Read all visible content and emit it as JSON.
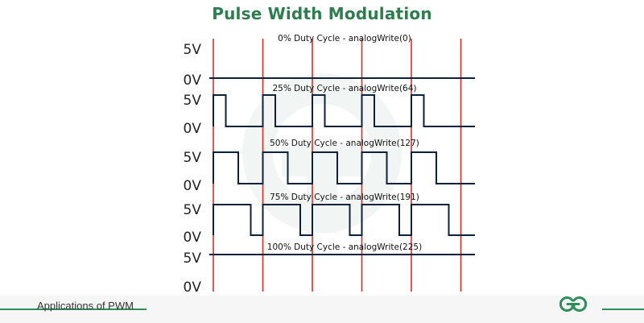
{
  "title": "Pulse Width Modulation",
  "footer": {
    "caption": "Applications of PWM"
  },
  "brand_color": "#2e7d4f",
  "signal_color": "#0d2238",
  "marker_color": "#d0312d",
  "logo_icon": "geeksforgeeks-logo-icon",
  "chart_data": {
    "type": "line",
    "period_markers": 6,
    "channels": [
      {
        "label": "0% Duty Cycle - analogWrite(0)",
        "duty": 0.0,
        "high_label": "5V",
        "low_label": "0V"
      },
      {
        "label": "25% Duty Cycle - analogWrite(64)",
        "duty": 0.25,
        "high_label": "5V",
        "low_label": "0V"
      },
      {
        "label": "50% Duty Cycle - analogWrite(127)",
        "duty": 0.5,
        "high_label": "5V",
        "low_label": "0V"
      },
      {
        "label": "75% Duty Cycle - analogWrite(191)",
        "duty": 0.75,
        "high_label": "5V",
        "low_label": "0V"
      },
      {
        "label": "100% Duty Cycle - analogWrite(225)",
        "duty": 1.0,
        "high_label": "5V",
        "low_label": "0V"
      }
    ]
  }
}
